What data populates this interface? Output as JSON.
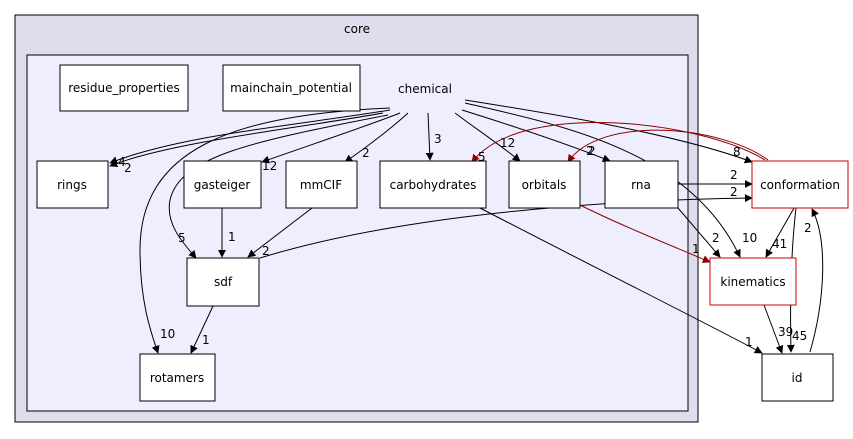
{
  "colors": {
    "outer_cluster_fill": "#dddded",
    "inner_cluster_fill": "#eeeeff",
    "external_node_border": "#cc0000",
    "edge": "#000000",
    "edge_external": "#8b0000"
  },
  "outer_cluster": {
    "label": "core"
  },
  "inner_cluster": {
    "label": "chemical"
  },
  "nodes": {
    "residue_properties": "residue_properties",
    "mainchain_potential": "mainchain_potential",
    "rings": "rings",
    "gasteiger": "gasteiger",
    "mmCIF": "mmCIF",
    "carbohydrates": "carbohydrates",
    "orbitals": "orbitals",
    "rna": "rna",
    "sdf": "sdf",
    "rotamers": "rotamers",
    "conformation": "conformation",
    "kinematics": "kinematics",
    "id": "id"
  },
  "edge_labels": {
    "chem_rings_a": "4",
    "chem_rings_b": "2",
    "gasteiger_from_chem": "12",
    "mmcif_from_chem": "2",
    "carbo_from_chem": "3",
    "orbitals_from_chem": "12",
    "rna_from_chem": "2",
    "sdf_from_chem": "5",
    "rotamers_from_chem": "10",
    "gasteiger_sdf": "1",
    "mmcif_sdf": "2",
    "sdf_rotamers": "1",
    "conformation_from_chem": "8",
    "kinematics_from_chem": "10",
    "conf_to_carbo": "5",
    "conf_to_orbitals": "2",
    "rna_conformation": "2",
    "sdf_conformation": "2",
    "orbitals_kinematics": "1",
    "rna_kinematics": "2",
    "conf_kinematics": "41",
    "carbo_id": "1",
    "kinematics_id": "39",
    "conf_id": "45",
    "id_conformation": "2"
  }
}
